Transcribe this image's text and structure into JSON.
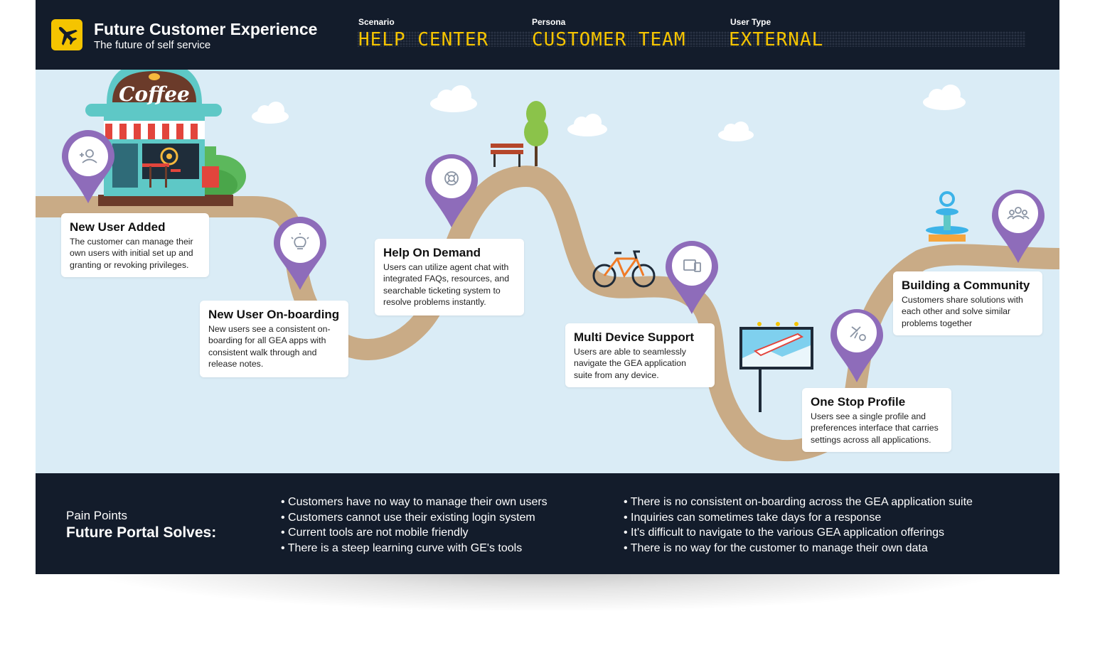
{
  "header": {
    "title": "Future Customer Experience",
    "subtitle": "The future of self service",
    "logo_icon": "airplane-icon",
    "board": [
      {
        "label": "Scenario",
        "value": "HELP CENTER"
      },
      {
        "label": "Persona",
        "value": "CUSTOMER TEAM"
      },
      {
        "label": "User Type",
        "value": "EXTERNAL"
      }
    ]
  },
  "scene": {
    "coffee_sign": "Coffee",
    "steps": [
      {
        "title": "New User Added",
        "description": "The customer can manage their own users with initial set up and granting or revoking privileges.",
        "icon": "add-user-icon"
      },
      {
        "title": "New User On-boarding",
        "description": "New users see a consistent on-boarding for all GEA apps with consistent walk through and release notes.",
        "icon": "lightbulb-icon"
      },
      {
        "title": "Help On Demand",
        "description": "Users can utilize agent chat with integrated FAQs, resources, and searchable ticketing system to resolve problems instantly.",
        "icon": "lifebuoy-icon"
      },
      {
        "title": "Multi Device Support",
        "description": "Users are able to seamlessly navigate the GEA application suite from any device.",
        "icon": "devices-icon"
      },
      {
        "title": "One Stop Profile",
        "description": "Users see a single profile and preferences interface that carries settings across all applications.",
        "icon": "airplane-gear-icon"
      },
      {
        "title": "Building a Community",
        "description": "Customers share solutions with each other and solve similar problems together",
        "icon": "community-icon"
      }
    ]
  },
  "footer": {
    "label": "Pain Points",
    "title": "Future Portal Solves:",
    "points_left": [
      "Customers have no way to manage their own users",
      "Customers cannot use their existing login system",
      "Current tools are not mobile friendly",
      "There is a steep learning curve with GE's tools"
    ],
    "points_right": [
      "There is no consistent on-boarding across the GEA application suite",
      "Inquiries can sometimes take days for a response",
      "It's difficult to navigate to the various GEA application offerings",
      "There is no way for the customer to manage their own data"
    ]
  },
  "colors": {
    "navy": "#131c2b",
    "accent_yellow": "#f5c400",
    "sky": "#daecf6",
    "road": "#c9ab86",
    "pin_purple": "#8e6cba"
  }
}
